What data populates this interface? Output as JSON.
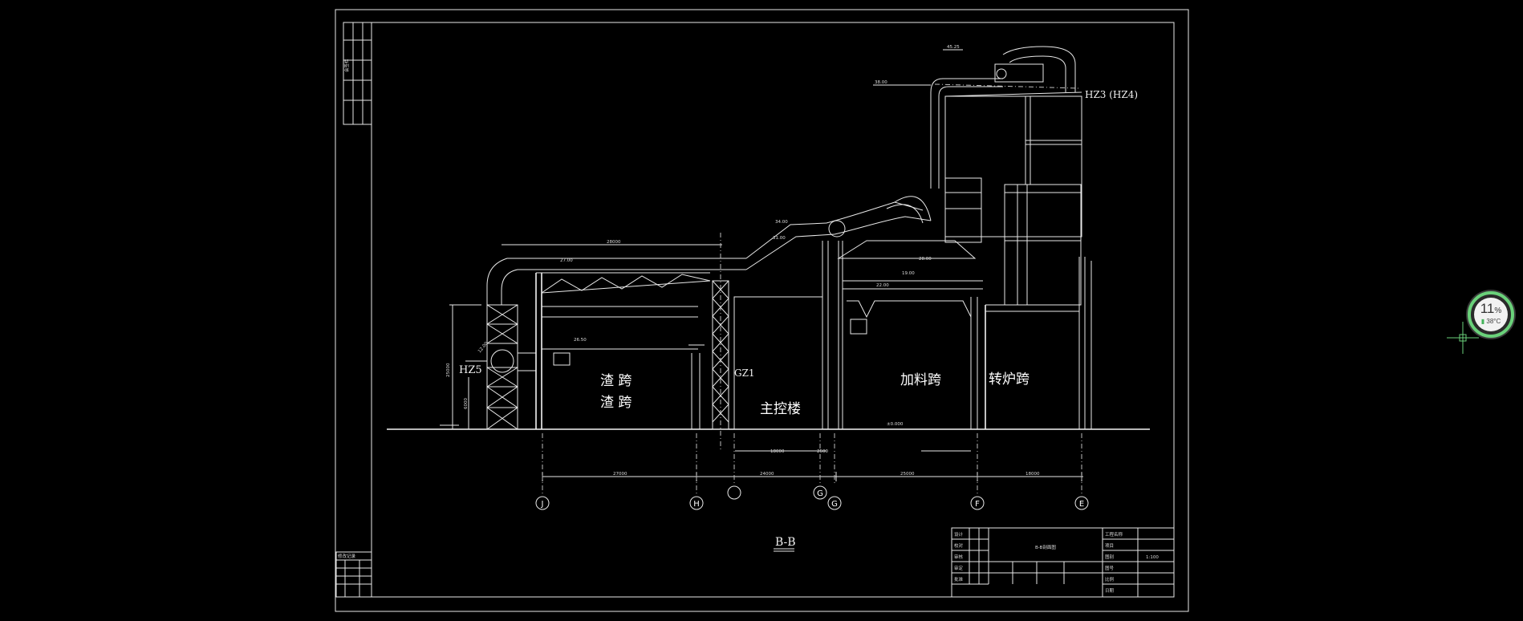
{
  "section_title": "B-B",
  "zones": {
    "slag_span_1": "渣 跨",
    "slag_span_2": "渣 跨",
    "main_control": "主控楼",
    "charging_span": "加料跨",
    "converter_span": "转炉跨"
  },
  "tags": {
    "hz5": "HZ5",
    "gz1": "GZ1",
    "hz3": "HZ3 (HZ4)"
  },
  "grid_axes": [
    "J",
    "H",
    "",
    "G",
    "G",
    "F",
    "E"
  ],
  "dimensions": {
    "top_span": "28000",
    "bay_1": "27000",
    "bay_2": "24000",
    "bay_3": "25000",
    "bay_4": "18000",
    "sub_1": "18000",
    "sub_2": "2500",
    "left_height": "25000",
    "left_lower": "6000"
  },
  "elevations": [
    "45.25",
    "38.00",
    "34.00",
    "31.00",
    "28.00",
    "27.00",
    "26.50",
    "±0.000",
    "12.00",
    "22.00",
    "19.00"
  ],
  "title_block": {
    "drawing_name": "B-B剖面图",
    "scale": "1:100",
    "rows_left": [
      "设计",
      "校对",
      "审核",
      "审定",
      "批准"
    ],
    "rows_right": [
      "工程名称",
      "项目",
      "图别",
      "图号",
      "比例",
      "日期"
    ]
  },
  "side_stamp": "会签栏",
  "revision_label": "修改记录",
  "status_meter": {
    "percent": "11",
    "percent_unit": "%",
    "temperature": "38°C",
    "accent": "#6ad17a"
  }
}
